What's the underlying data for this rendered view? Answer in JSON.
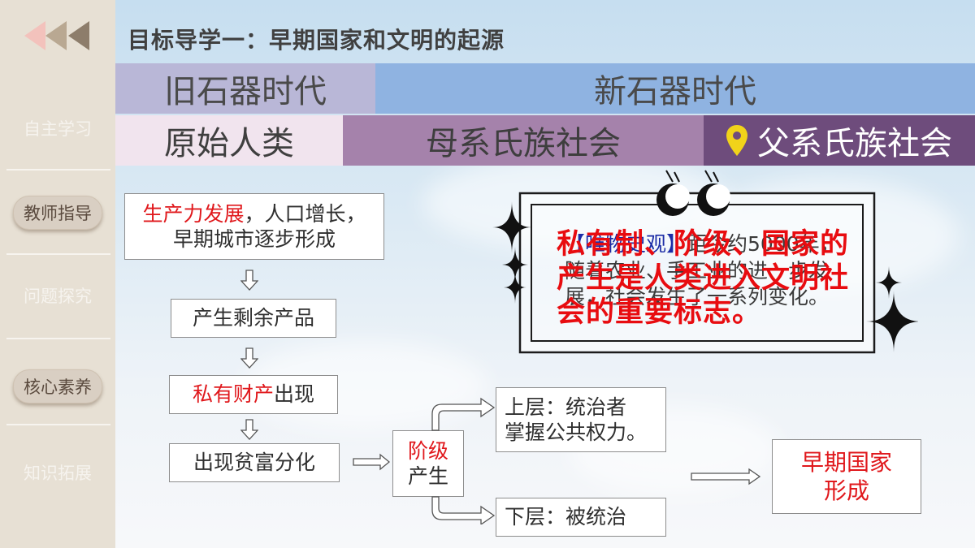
{
  "title": "目标导学一：早期国家和文明的起源",
  "sidebar": {
    "items": [
      {
        "label": "自主学习"
      },
      {
        "label": "教师指导"
      },
      {
        "label": "问题探究"
      },
      {
        "label": "核心素养"
      },
      {
        "label": "知识拓展"
      }
    ]
  },
  "eras": {
    "row1": [
      "旧石器时代",
      "新石器时代"
    ],
    "row2": [
      "原始人类",
      "母系氏族社会",
      "父系氏族社会"
    ]
  },
  "flow": {
    "box1_red": "生产力发展",
    "box1_line1": "，人口增长，",
    "box1_line2": "早期城市逐步形成",
    "box2": "产生剩余产品",
    "box3_red": "私有财产",
    "box3_rest": "出现",
    "box4": "出现贫富分化",
    "class_line1": "阶级",
    "class_line2": "产生",
    "upper_line1": "上层：统治者",
    "upper_line2": "掌握公共权力。",
    "lower": "下层：被统治",
    "state_line1": "早期国家",
    "state_line2": "形成"
  },
  "callout": {
    "tag": "【唯物史观】",
    "text": "距今约5000年，随着农业、手工业的进一步发展，社会发生了一系列变化。",
    "overlay": "私有制、阶级、国家的产生是人类进入文明社会的重要标志。"
  },
  "colors": {
    "sidebar": "#e7e0d4",
    "band_paleolithic": "#b9b7d7",
    "band_neolithic": "#8fb3e1",
    "band_primitive": "#f1e4ee",
    "band_matriarchal": "#a582ab",
    "band_patriarchal": "#6e4c7c",
    "accent_red": "#e0181c",
    "pin": "#f1d31a"
  }
}
